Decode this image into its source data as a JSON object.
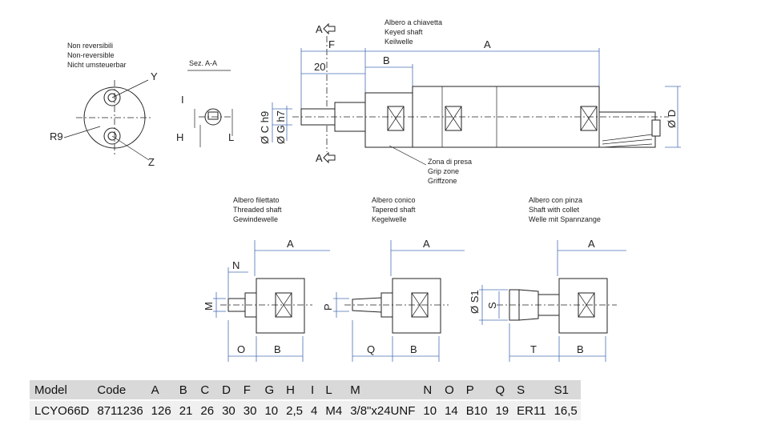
{
  "notes": {
    "non_reversible": [
      "Non reversibili",
      "Non-reversible",
      "Nicht umsteuerbar"
    ],
    "keyed_shaft": [
      "Albero a chiavetta",
      "Keyed shaft",
      "Keilwelle"
    ],
    "grip_zone": [
      "Zona di presa",
      "Grip zone",
      "Griffzone"
    ],
    "threaded_shaft": [
      "Albero filettato",
      "Threaded shaft",
      "Gewindewelle"
    ],
    "tapered_shaft": [
      "Albero conico",
      "Tapered shaft",
      "Kegelwelle"
    ],
    "collet_shaft": [
      "Albero con pinza",
      "Shaft with collet",
      "Welle mit Spannzange"
    ],
    "section": "Sez. A-A"
  },
  "dims": {
    "A": "A",
    "B": "B",
    "F": "F",
    "twenty": "20",
    "C": "Ø C h9",
    "G": "Ø G h7",
    "D": "Ø D",
    "R9": "R9",
    "Y": "Y",
    "Z": "Z",
    "I": "I",
    "H": "H",
    "L": "L",
    "N": "N",
    "M": "M",
    "O": "O",
    "P": "P",
    "Q": "Q",
    "S1": "Ø S1",
    "S": "S",
    "T": "T"
  },
  "table": {
    "headers": [
      "Model",
      "Code",
      "A",
      "B",
      "C",
      "D",
      "F",
      "G",
      "H",
      "I",
      "L",
      "M",
      "N",
      "O",
      "P",
      "Q",
      "S",
      "S1"
    ],
    "rows": [
      [
        "LCYO66D",
        "8711236",
        "126",
        "21",
        "26",
        "30",
        "30",
        "10",
        "2,5",
        "4",
        "M4",
        "3/8\"x24UNF",
        "10",
        "14",
        "B10",
        "19",
        "ER11",
        "16,5"
      ]
    ]
  }
}
